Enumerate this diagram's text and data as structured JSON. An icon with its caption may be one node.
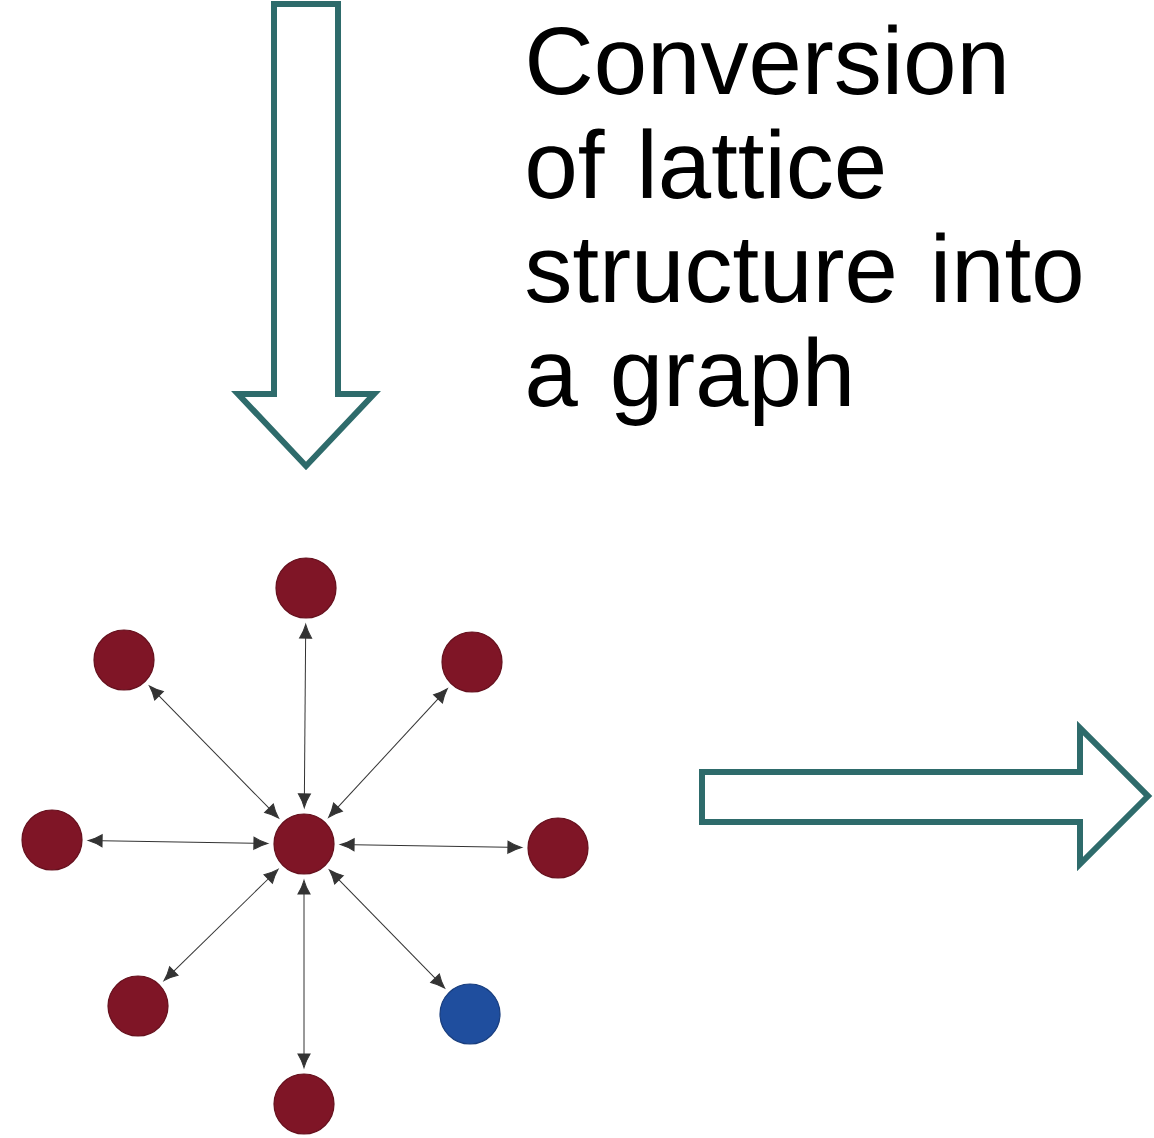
{
  "diagram": {
    "nodes": [
      {
        "text": [],
        "shape": "circle"
      },
      {
        "text": [],
        "shape": "circle"
      },
      {
        "text": [],
        "shape": "circle"
      },
      {
        "text": [],
        "shape": "circle"
      },
      {
        "text": [],
        "shape": "circle"
      },
      {
        "text": [],
        "shape": "circle"
      },
      {
        "text": [],
        "shape": "circle"
      },
      {
        "text": [],
        "shape": "circle"
      },
      {
        "text": [],
        "shape": "circle"
      }
    ],
    "edges": [
      {
        "from": 4,
        "to": 0,
        "arrow": "both"
      },
      {
        "from": 4,
        "to": 1,
        "arrow": "both"
      },
      {
        "from": 4,
        "to": 2,
        "arrow": "both"
      },
      {
        "from": 4,
        "to": 3,
        "arrow": "both"
      },
      {
        "from": 4,
        "to": 5,
        "arrow": "both"
      },
      {
        "from": 4,
        "to": 6,
        "arrow": "both"
      },
      {
        "from": 4,
        "to": 7,
        "arrow": "both"
      },
      {
        "from": 4,
        "to": 8,
        "arrow": "both"
      }
    ],
    "labels": [
      "Conversion of lattice structure into a graph"
    ]
  }
}
